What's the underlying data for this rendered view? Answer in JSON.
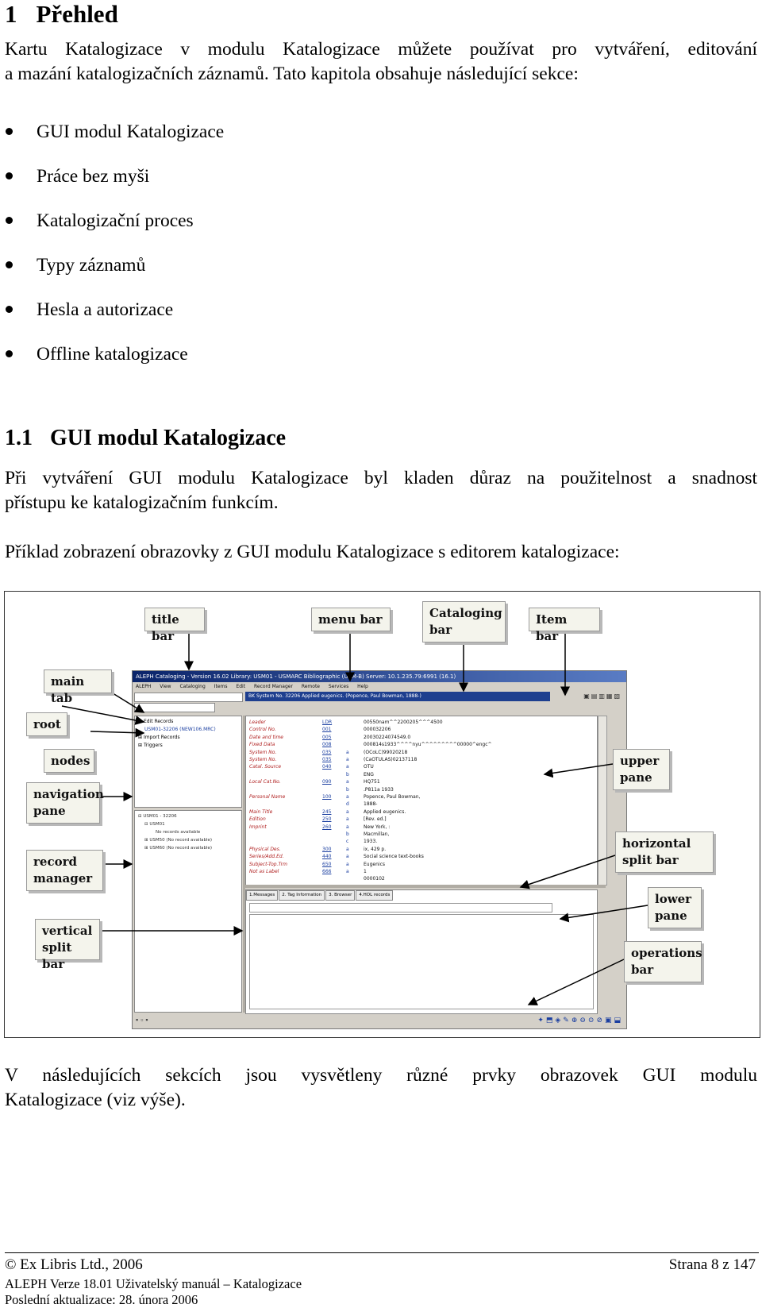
{
  "chapter": {
    "number": "1",
    "title": "Přehled"
  },
  "intro": {
    "line1": "Kartu Katalogizace v modulu Katalogizace můžete používat pro vytváření, editování",
    "line2": "a mazání katalogizačních záznamů. Tato kapitola obsahuje následující sekce:"
  },
  "sections_list": [
    "GUI modul Katalogizace",
    "Práce bez myši",
    "Katalogizační proces",
    "Typy záznamů",
    "Hesla a autorizace",
    "Offline katalogizace"
  ],
  "section_1_1": {
    "number": "1.1",
    "title": "GUI modul Katalogizace",
    "p1_line1": "Při vytváření GUI modulu Katalogizace byl kladen důraz na použitelnost a snadnost",
    "p1_line2": "přístupu ke katalogizačním funkcím.",
    "p2": "Příklad zobrazení obrazovky z GUI modulu Katalogizace s editorem katalogizace:",
    "p3_line1": "V následujících sekcích jsou vysvětleny různé prvky obrazovek GUI modulu",
    "p3_line2": "Katalogizace (viz výše)."
  },
  "figure": {
    "callouts": {
      "title_bar": "title  bar",
      "menu_bar": "menu bar",
      "cataloging_bar_1": "Cataloging",
      "cataloging_bar_2": "bar",
      "item_bar": "Item bar",
      "main_tab": "main tab",
      "root": "root",
      "nodes": "nodes",
      "navigation_pane_1": "navigation",
      "navigation_pane_2": "pane",
      "record_manager_1": "record",
      "record_manager_2": "manager",
      "vertical_split_1": "vertical",
      "vertical_split_2": "split bar",
      "upper_pane_1": "upper",
      "upper_pane_2": "pane",
      "horizontal_split_1": "horizontal",
      "horizontal_split_2": "split bar",
      "lower_pane_1": "lower",
      "lower_pane_2": "pane",
      "operations_bar_1": "operations",
      "operations_bar_2": "bar"
    },
    "window": {
      "title": "ALEPH Cataloging - Version 16.02     Library: USM01 - USMARC Bibliographic (USM-B)     Server: 10.1.235.79:6991 (16.1)",
      "menu": [
        "ALEPH",
        "View",
        "Cataloging",
        "Items",
        "Edit",
        "Record Manager",
        "Remote",
        "Services",
        "Help"
      ],
      "cataloging_bar": "BK System No. 32206 Applied eugenics. (Popence, Paul Bowman, 1888-)",
      "nav_items": [
        "Edit Records",
        "USM01-32206 (NEW106.MRC)",
        "Import Records",
        "Triggers"
      ],
      "record_manager_items": [
        "USM01 - 32206",
        "USM01",
        "No records available",
        "USM50 (No record available)",
        "USM60 (No record available)"
      ],
      "fields": [
        {
          "name": "Leader",
          "tag": "LDR",
          "sub": "",
          "value": "00550nam^^2200205^^^4500"
        },
        {
          "name": "Control No.",
          "tag": "001",
          "sub": "",
          "value": "000032206"
        },
        {
          "name": "Date and time",
          "tag": "005",
          "sub": "",
          "value": "20030224074549.0"
        },
        {
          "name": "Fixed Data",
          "tag": "008",
          "sub": "",
          "value": "000814s1933^^^^nyu^^^^^^^^^00000^engc^"
        },
        {
          "name": "System No.",
          "tag": "035",
          "sub": "a",
          "value": "(OCoLC)99020218"
        },
        {
          "name": "System No.",
          "tag": "035",
          "sub": "a",
          "value": "(CaOTULAS)02137118"
        },
        {
          "name": "Catal. Source",
          "tag": "040",
          "sub": "a",
          "value": "OTU"
        },
        {
          "name": "",
          "tag": "",
          "sub": "b",
          "value": "ENG"
        },
        {
          "name": "Local Cat.No.",
          "tag": "090",
          "sub": "a",
          "value": "HQ751"
        },
        {
          "name": "",
          "tag": "",
          "sub": "b",
          "value": ".P811a 1933"
        },
        {
          "name": "Personal Name",
          "tag": "100",
          "sub": "a",
          "value": "Popence, Paul Bowman,"
        },
        {
          "name": "",
          "tag": "",
          "sub": "d",
          "value": "1888-"
        },
        {
          "name": "Main Title",
          "tag": "245",
          "sub": "a",
          "value": "Applied eugenics."
        },
        {
          "name": "Edition",
          "tag": "250",
          "sub": "a",
          "value": "[Rev. ed.]"
        },
        {
          "name": "Imprint",
          "tag": "260",
          "sub": "a",
          "value": "New York, :"
        },
        {
          "name": "",
          "tag": "",
          "sub": "b",
          "value": "Macmillan,"
        },
        {
          "name": "",
          "tag": "",
          "sub": "c",
          "value": "1933."
        },
        {
          "name": "Physical Des.",
          "tag": "300",
          "sub": "a",
          "value": "ix, 429 p."
        },
        {
          "name": "Series/Add.Ed.",
          "tag": "440",
          "sub": "a",
          "value": "Social science text-books"
        },
        {
          "name": "Subject-Top.Trm",
          "tag": "650",
          "sub": "a",
          "value": "Eugenics"
        },
        {
          "name": "Not as Label",
          "tag": "666",
          "sub": "a",
          "value": "1"
        },
        {
          "name": "",
          "tag": "",
          "sub": "",
          "value": "0000102"
        }
      ],
      "lower_tabs": [
        "1.Messages",
        "2. Tag Information",
        "3. Browser",
        "4.HOL records"
      ]
    }
  },
  "footer": {
    "left1": "© Ex Libris Ltd., 2006",
    "right1": "Strana 8 z 147",
    "left2": "ALEPH Verze 18.01 Uživatelský manuál – Katalogizace",
    "left3": "Poslední aktualizace: 28. února 2006"
  }
}
